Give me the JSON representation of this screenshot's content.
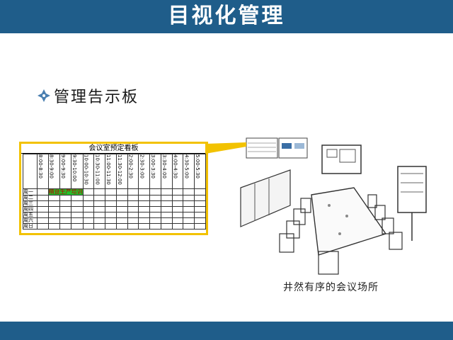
{
  "header": {
    "title": "目视化管理"
  },
  "section": {
    "bullet_icon": "diamond-bullet-icon",
    "title": "管理告示板"
  },
  "board": {
    "title": "会议室预定看板",
    "time_slots": [
      "8:00-8:30",
      "8:30-9:00",
      "9:00-9:30",
      "9:30-10:00",
      "10:00-10:30",
      "10:30-11:00",
      "11:00-11:30",
      "11:30-12:00",
      "2:00-2:30",
      "2:30-3:00",
      "3:00-3:30",
      "3:30-4:00",
      "4:00-4:30",
      "4:30-5:00",
      "5:00-5:30"
    ],
    "days": [
      "周一",
      "周二",
      "周三",
      "周四",
      "周五",
      "周六",
      "周日"
    ],
    "booking": {
      "day": "周一",
      "text": "精益生产培训"
    }
  },
  "illustration": {
    "caption": "井然有序的会议场所"
  },
  "colors": {
    "header_bg": "#1f5d8a",
    "board_border": "#f2c200",
    "booking_fill": "#22c22b"
  }
}
